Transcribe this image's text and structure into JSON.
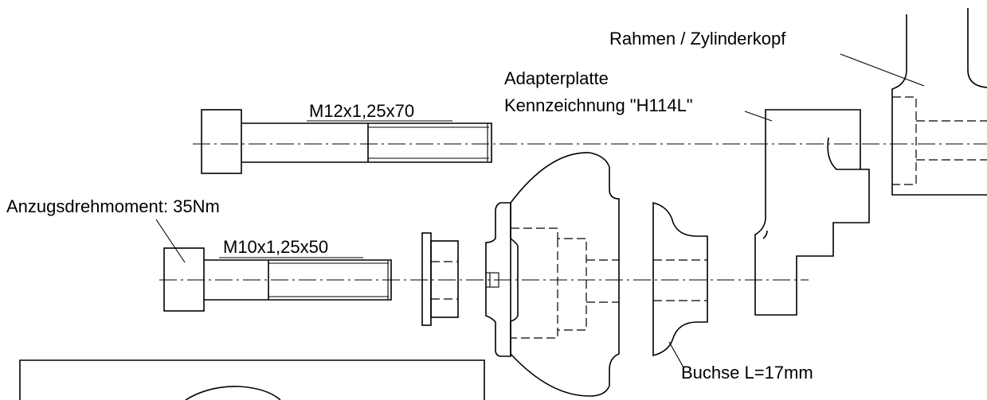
{
  "labels": {
    "frame": "Rahmen / Zylinderkopf",
    "adapter_line1": "Adapterplatte",
    "adapter_line2": "Kennzeichnung \"H114L\"",
    "bolt_upper": "M12x1,25x70",
    "torque": "Anzugsdrehmoment: 35Nm",
    "bolt_lower": "M10x1,25x50",
    "bushing": "Buchse L=17mm"
  }
}
